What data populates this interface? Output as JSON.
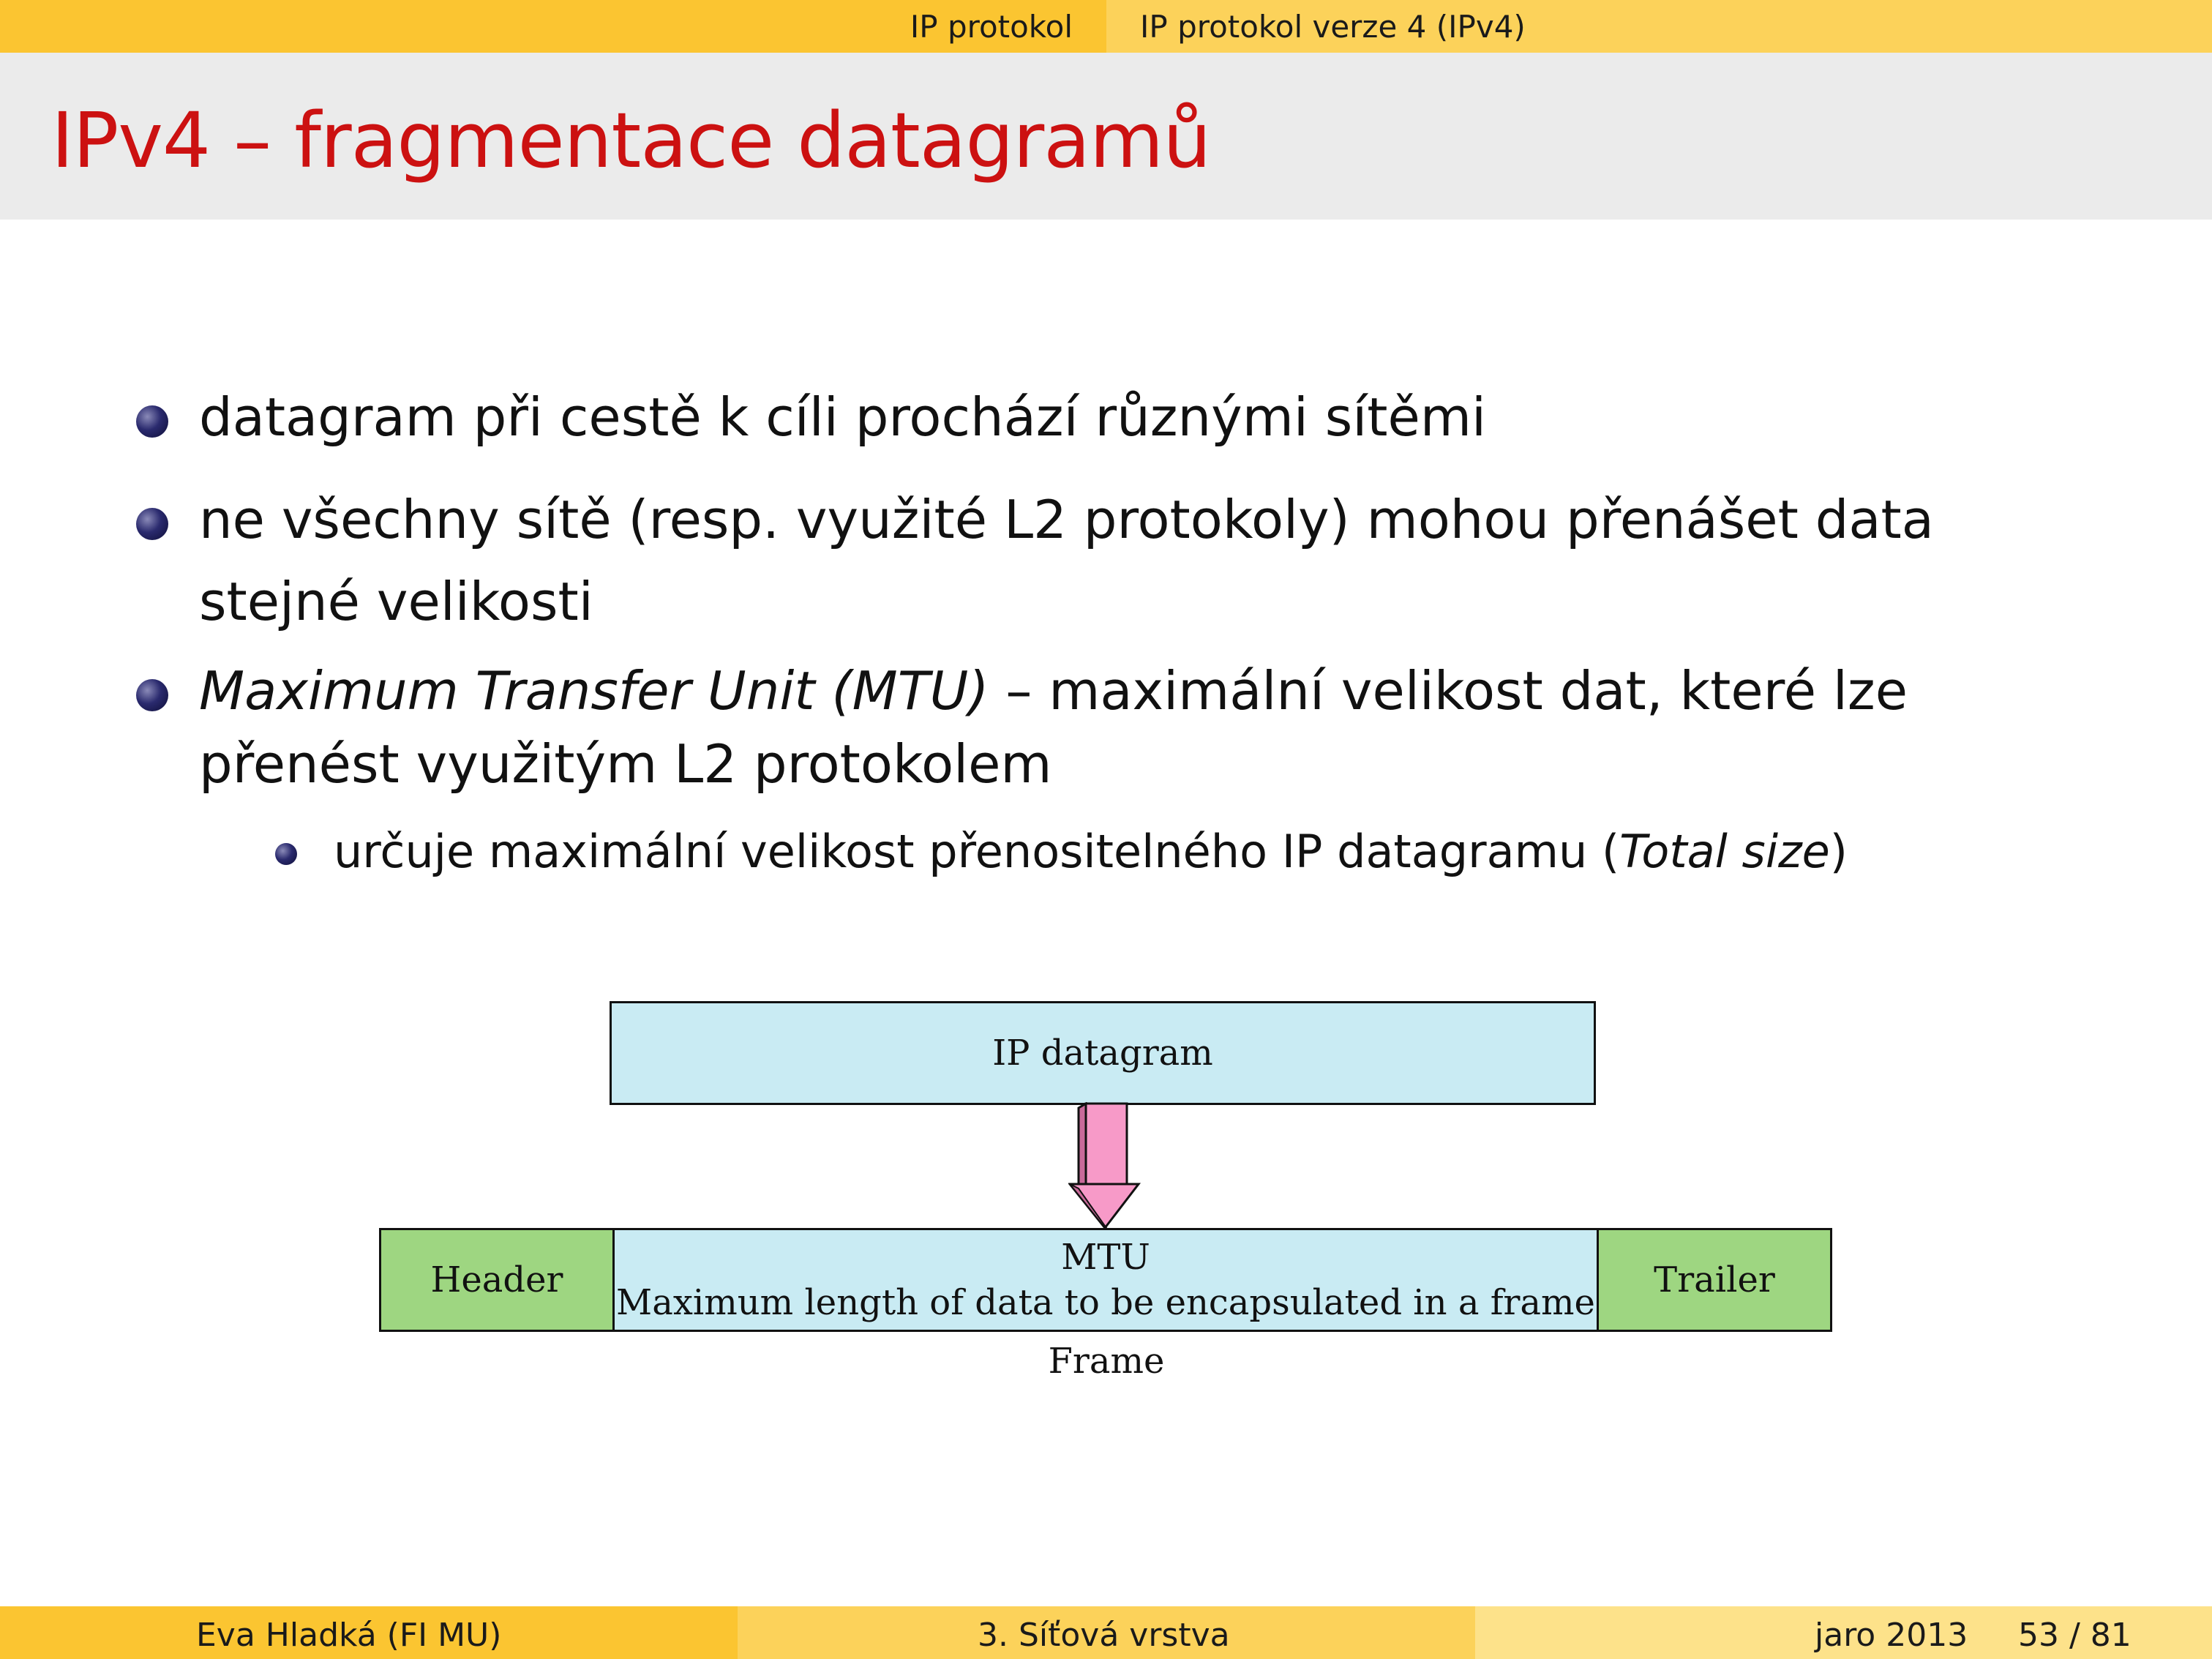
{
  "header": {
    "section": "IP protokol",
    "subsection": "IP protokol verze 4 (IPv4)"
  },
  "title": "IPv4 – fragmentace datagramů",
  "bullets": {
    "b1": "datagram při cestě k cíli prochází různými sítěmi",
    "b2_line1": "ne všechny sítě (resp. využité L2 protokoly) mohou přenášet data",
    "b2_line2": "stejné velikosti",
    "b3_italic": "Maximum Transfer Unit (MTU)",
    "b3_rest": " – maximální velikost dat, které lze",
    "b3_line2": "přenést využitým L2 protokolem",
    "sub1_before": "určuje maximální velikost přenositelného IP datagramu (",
    "sub1_italic": "Total size",
    "sub1_after": ")"
  },
  "diagram": {
    "ip_datagram": "IP datagram",
    "header": "Header",
    "mtu_title": "MTU",
    "mtu_desc": "Maximum length of data to be encapsulated in a frame",
    "trailer": "Trailer",
    "frame": "Frame",
    "colors": {
      "data_box": "#c9ebf3",
      "header_trailer": "#9ed681",
      "arrow": "#f79ac8"
    }
  },
  "footer": {
    "author": "Eva Hladká  (FI MU)",
    "course": "3. Síťová vrstva",
    "date": "jaro 2013",
    "page": "53 / 81"
  },
  "theme": {
    "bar_dark": "#fbc531",
    "bar_light": "#fcd25a",
    "title_color": "#cc1111",
    "title_bg": "#ebebeb"
  }
}
